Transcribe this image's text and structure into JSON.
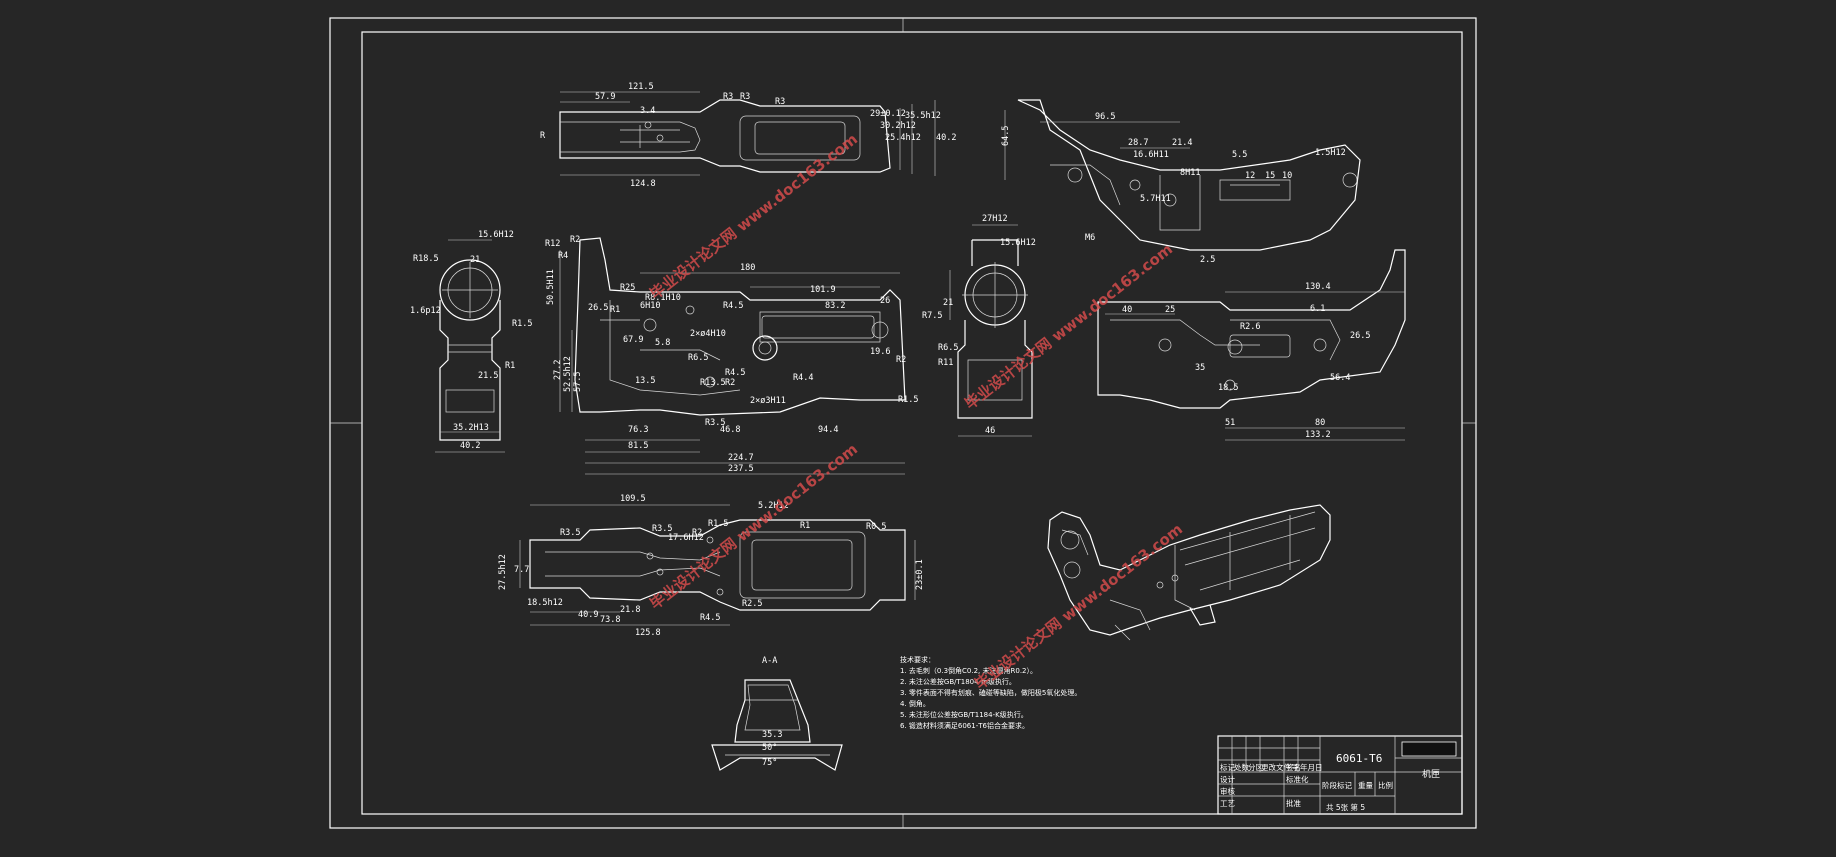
{
  "title_block": {
    "material": "6061-T6",
    "part_name": "机匣",
    "row_headers": [
      "标记",
      "处数",
      "分区",
      "更改文件号",
      "签名",
      "年月日"
    ],
    "design_label": "设计",
    "standardization_label": "标准化",
    "review_label": "审核",
    "process_label": "工艺",
    "approve_label": "批准",
    "stage_label": "阶段标记",
    "weight_label": "重量",
    "scale_label": "比例",
    "sheet_info": "共 5张  第 5"
  },
  "section_label": "A-A",
  "notes": {
    "heading": "技术要求：",
    "items": [
      "1. 去毛刺（0.3倒角C0.2, 未注圆角R0.2）。",
      "2. 未注公差按GB/T1804-m级执行。",
      "3. 零件表面不得有划痕、磕碰等缺陷，做阳极5氧化处理。",
      "4. 倒角。",
      "5. 未注形位公差按GB/T1184-K级执行。",
      "6. 锻造材料须满足6061-T6铝合金要求。"
    ]
  },
  "watermark": "毕业设计论文网 www.doc163.com",
  "dimensions": {
    "top_view": [
      "121.5",
      "57.9",
      "R3",
      "R3",
      "R3",
      "124.8",
      "29±0.12",
      "30.2h12",
      "25.4h12",
      "35.5h12",
      "40.2",
      "3.4",
      "R"
    ],
    "side_left": [
      "15.6H12",
      "R18.5",
      "21",
      "1.6p12",
      "R1.5",
      "R1",
      "21.5",
      "35.2H13",
      "40.2"
    ],
    "main_view": [
      "R12",
      "R2",
      "R4",
      "R25",
      "26.5",
      "R1",
      "6H10",
      "R8.1H10",
      "180",
      "101.9",
      "83.2",
      "R4.5",
      "26",
      "R7.5",
      "R2",
      "67.9",
      "5.8",
      "13.5",
      "R6.5",
      "R4.5",
      "R2",
      "R13.5",
      "2×ø3H11",
      "R4.4",
      "19.6",
      "R6.5",
      "R11",
      "R1.5",
      "R3.5",
      "76.3",
      "46.8",
      "94.4",
      "81.5",
      "224.7",
      "237.5",
      "50.5H11",
      "27.2",
      "52.5h12",
      "57.5",
      "2×ø4H10"
    ],
    "side_right": [
      "27H12",
      "15.6H12",
      "46",
      "21"
    ],
    "top_right": [
      "96.5",
      "64.5",
      "28.7",
      "21.4",
      "16.6H11",
      "5.5",
      "1.5H12",
      "8H11",
      "12",
      "15",
      "10",
      "5.7H11",
      "2.5",
      "M6"
    ],
    "right_view": [
      "130.4",
      "40",
      "25",
      "R2.6",
      "6.1",
      "26.5",
      "35",
      "18.5",
      "56.4",
      "51",
      "80",
      "133.2"
    ],
    "bottom_view": [
      "109.5",
      "5.2H12",
      "R3.5",
      "R1.5",
      "R0.5",
      "R3.5",
      "17.6H12",
      "R2",
      "R1",
      "23±0.1",
      "27.5h12",
      "7.7",
      "18.5h12",
      "40.9",
      "21.8",
      "73.8",
      "125.8",
      "R4.5",
      "R2.5"
    ],
    "section_aa": [
      "35.3",
      "50°",
      "75°"
    ]
  }
}
